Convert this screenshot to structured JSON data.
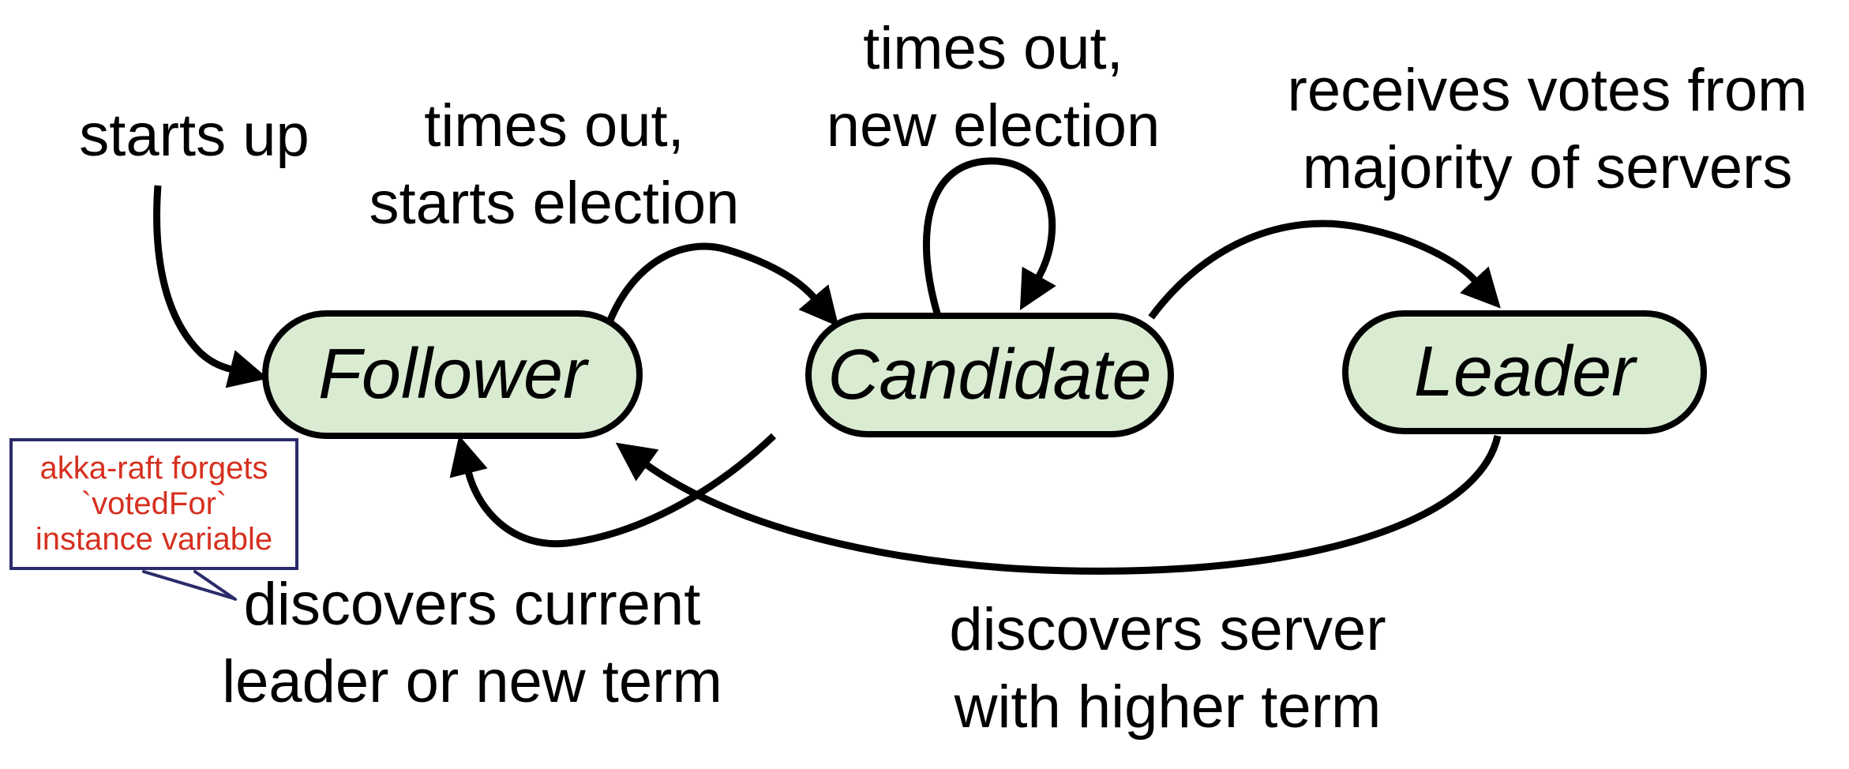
{
  "diagram": {
    "type": "state-machine",
    "states": [
      {
        "name": "Follower"
      },
      {
        "name": "Candidate"
      },
      {
        "name": "Leader"
      }
    ],
    "transitions": [
      {
        "id": "starts-up",
        "from": "(start)",
        "to": "Follower",
        "lines": [
          "starts up"
        ]
      },
      {
        "id": "times-out-starts-election",
        "from": "Follower",
        "to": "Candidate",
        "lines": [
          "times out,",
          "starts election"
        ]
      },
      {
        "id": "times-out-new-election",
        "from": "Candidate",
        "to": "Candidate",
        "lines": [
          "times out,",
          "new election"
        ]
      },
      {
        "id": "receives-votes",
        "from": "Candidate",
        "to": "Leader",
        "lines": [
          "receives votes from",
          "majority of servers"
        ]
      },
      {
        "id": "discovers-current-leader",
        "from": "Candidate",
        "to": "Follower",
        "lines": [
          "discovers current",
          "leader or new term"
        ]
      },
      {
        "id": "discovers-server-higher-term",
        "from": "Leader",
        "to": "Follower",
        "lines": [
          "discovers server",
          "with higher term"
        ]
      }
    ],
    "annotation": {
      "lines": [
        "akka-raft forgets",
        "`votedFor`",
        "instance variable"
      ],
      "points_to": "discovers current leader or new term"
    },
    "colors": {
      "background": "#ffffff",
      "state_fill": "#d9ecd2",
      "state_border": "#000000",
      "arrow": "#000000",
      "label_text": "#000000",
      "annotation_text": "#d6301f",
      "annotation_border": "#2b2b6b"
    }
  }
}
